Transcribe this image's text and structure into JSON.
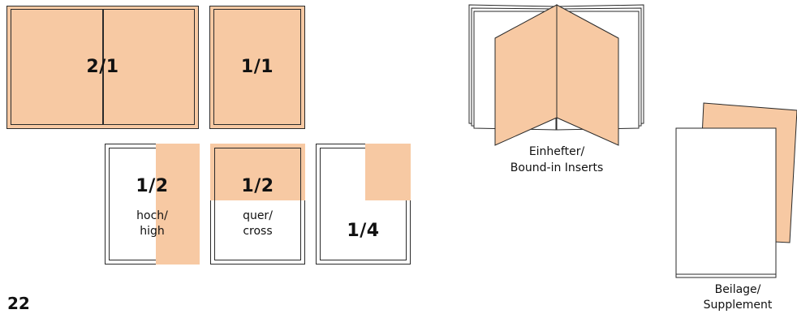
{
  "formats": {
    "double_page": {
      "label": "2/1"
    },
    "full_page": {
      "label": "1/1"
    },
    "half_vertical": {
      "label": "1/2",
      "sub_line1": "hoch/",
      "sub_line2": "high"
    },
    "half_horizontal": {
      "label": "1/2",
      "sub_line1": "quer/",
      "sub_line2": "cross"
    },
    "quarter": {
      "label": "1/4"
    }
  },
  "inserts": {
    "caption_line1": "Einhefter/",
    "caption_line2": "Bound-in Inserts"
  },
  "supplement": {
    "caption_line1": "Beilage/",
    "caption_line2": "Supplement"
  },
  "page_number": "22",
  "colors": {
    "ad_fill": "#f7c9a3",
    "outline": "#2a2a2a"
  }
}
